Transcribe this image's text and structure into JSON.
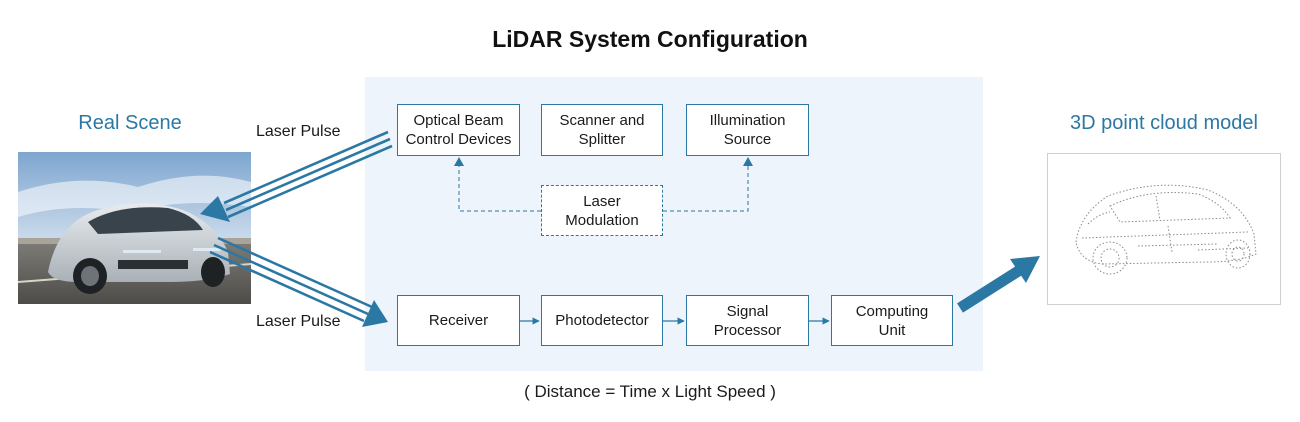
{
  "title": "LiDAR System Configuration",
  "real_scene_label": "Real Scene",
  "cloud_label": "3D point cloud model",
  "laser_pulse_top": "Laser Pulse",
  "laser_pulse_bottom": "Laser Pulse",
  "formula": "( Distance = Time x Light Speed )",
  "boxes": {
    "optical": "Optical Beam\nControl Devices",
    "scanner": "Scanner and\nSplitter",
    "illumination": "Illumination\nSource",
    "modulation": "Laser\nModulation",
    "receiver": "Receiver",
    "photodetector": "Photodetector",
    "signal": "Signal\nProcessor",
    "computing": "Computing\nUnit"
  },
  "colors": {
    "accent": "#2b78a4",
    "panel": "#edf4fb"
  }
}
